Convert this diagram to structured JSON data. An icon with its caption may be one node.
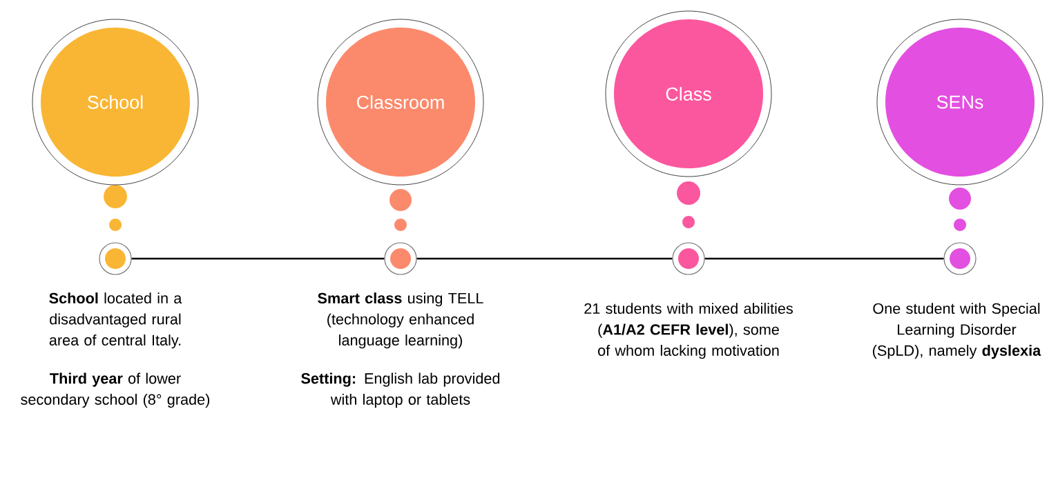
{
  "diagram": {
    "nodes": [
      {
        "text": [
          "School"
        ]
      },
      {
        "text": [
          "Classroom"
        ]
      },
      {
        "text": [
          "Class"
        ]
      },
      {
        "text": [
          "SENs"
        ]
      },
      {
        "text": [],
        "shape": "circle",
        "beside": [
          "**School** located in a disadvantaged rural area of central Italy.",
          "**Third year** of lower secondary school (8° grade)"
        ]
      },
      {
        "text": [],
        "shape": "circle",
        "beside": [
          "**Smart class** using TELL (technology enhanced language learning)",
          "**Setting:** English lab provided with laptop or tablets"
        ]
      },
      {
        "text": [],
        "shape": "circle",
        "beside": [
          "21 students with mixed abilities (**A1/A2 CEFR level**), some of whom lacking motivation"
        ]
      },
      {
        "text": [],
        "shape": "circle",
        "beside": [
          "One student with Special Learning Disorder (SpLD), namely **dyslexia**"
        ]
      }
    ],
    "edges": [
      {
        "from": 4,
        "to": 5,
        "arrow": "none"
      },
      {
        "from": 5,
        "to": 6,
        "arrow": "none"
      },
      {
        "from": 6,
        "to": 7,
        "arrow": "none"
      }
    ]
  }
}
